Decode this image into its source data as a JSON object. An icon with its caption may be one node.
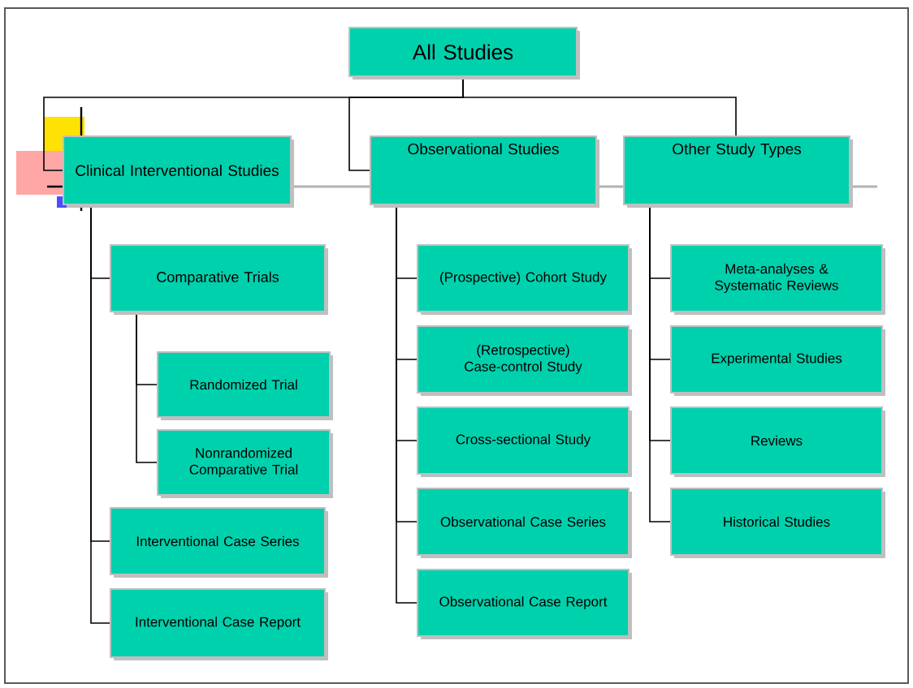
{
  "diagram": {
    "nodes": [
      {
        "text": [
          "All Studies"
        ]
      },
      {
        "text": [
          "Clinical Interventional Studies"
        ]
      },
      {
        "text": [
          "Observational Studies"
        ]
      },
      {
        "text": [
          "Other Study Types"
        ]
      },
      {
        "text": [
          "Comparative Trials"
        ]
      },
      {
        "text": [
          "Randomized Trial"
        ]
      },
      {
        "text": [
          "Nonrandomized Comparative Trial"
        ]
      },
      {
        "text": [
          "Interventional Case Series"
        ]
      },
      {
        "text": [
          "Interventional Case Report"
        ]
      },
      {
        "text": [
          "(Prospective) Cohort Study"
        ]
      },
      {
        "text": [
          "(Retrospective) Case-control Study"
        ]
      },
      {
        "text": [
          "Cross-sectional Study"
        ]
      },
      {
        "text": [
          "Observational Case Series"
        ]
      },
      {
        "text": [
          "Observational Case Report"
        ]
      },
      {
        "text": [
          "Meta-analyses & Systematic Reviews"
        ]
      },
      {
        "text": [
          "Experimental Studies"
        ]
      },
      {
        "text": [
          "Reviews"
        ]
      },
      {
        "text": [
          "Historical Studies"
        ]
      }
    ],
    "edges": [
      {
        "from": 0,
        "to": 1,
        "arrow": "none"
      },
      {
        "from": 0,
        "to": 2,
        "arrow": "none"
      },
      {
        "from": 0,
        "to": 3,
        "arrow": "none"
      },
      {
        "from": 1,
        "to": 4,
        "arrow": "none"
      },
      {
        "from": 4,
        "to": 5,
        "arrow": "none"
      },
      {
        "from": 4,
        "to": 6,
        "arrow": "none"
      },
      {
        "from": 1,
        "to": 7,
        "arrow": "none"
      },
      {
        "from": 1,
        "to": 8,
        "arrow": "none"
      },
      {
        "from": 2,
        "to": 9,
        "arrow": "none"
      },
      {
        "from": 2,
        "to": 10,
        "arrow": "none"
      },
      {
        "from": 2,
        "to": 11,
        "arrow": "none"
      },
      {
        "from": 2,
        "to": 12,
        "arrow": "none"
      },
      {
        "from": 2,
        "to": 13,
        "arrow": "none"
      },
      {
        "from": 3,
        "to": 14,
        "arrow": "none"
      },
      {
        "from": 3,
        "to": 15,
        "arrow": "none"
      },
      {
        "from": 3,
        "to": 16,
        "arrow": "none"
      },
      {
        "from": 3,
        "to": 17,
        "arrow": "none"
      }
    ]
  }
}
